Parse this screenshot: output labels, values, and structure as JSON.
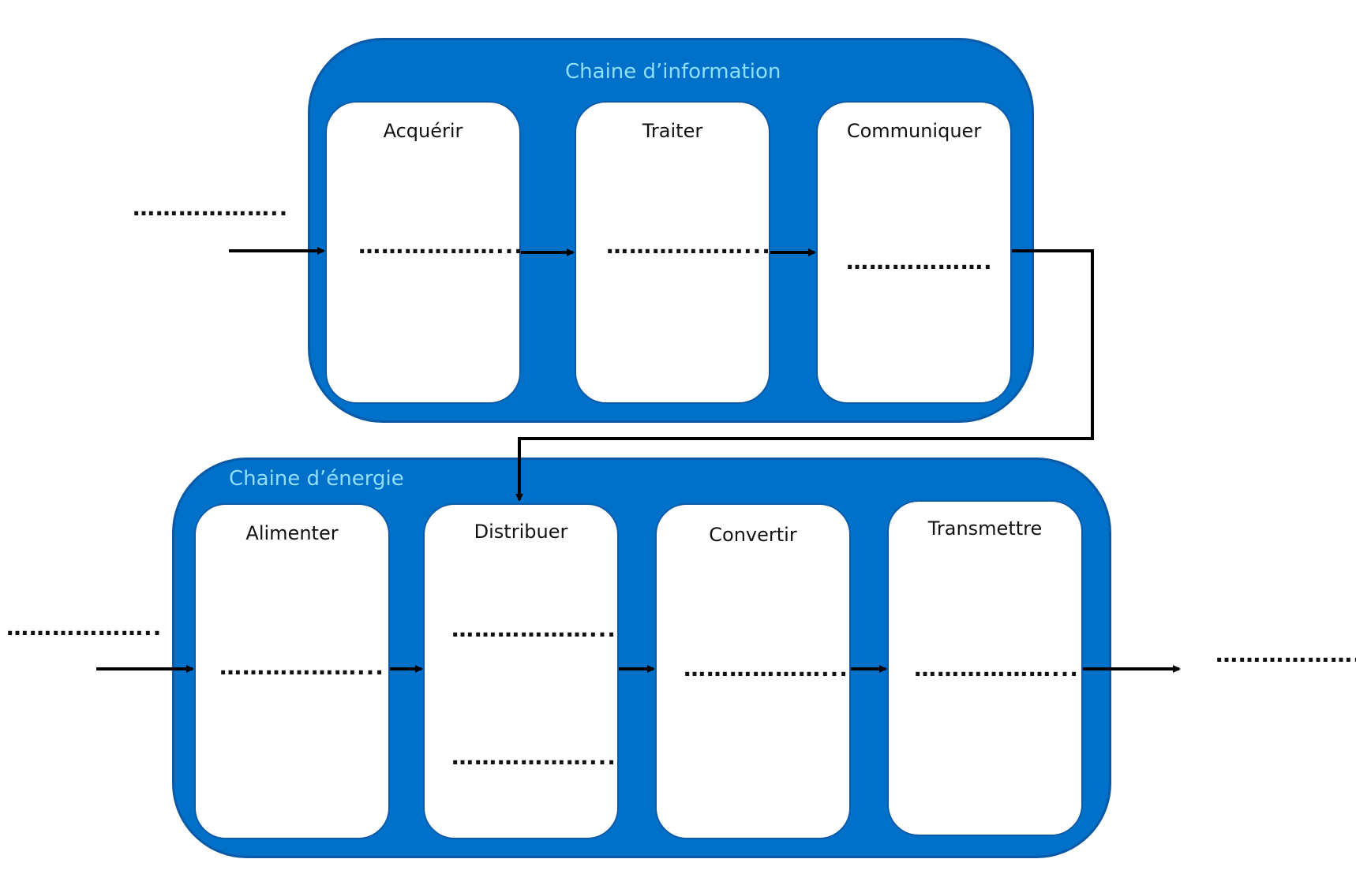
{
  "information_chain": {
    "title": "Chaine d’information",
    "input_blank": "………………..",
    "output_blank": "",
    "blocks": [
      {
        "label": "Acquérir",
        "blanks": [
          "………………..."
        ]
      },
      {
        "label": "Traiter",
        "blanks": [
          "………………..."
        ]
      },
      {
        "label": "Communiquer",
        "blanks": [
          "………………."
        ]
      }
    ]
  },
  "energy_chain": {
    "title": "Chaine d’énergie",
    "input_blank": "………………..",
    "output_blank": "………………..",
    "blocks": [
      {
        "label": "Alimenter",
        "blanks": [
          "………………..."
        ]
      },
      {
        "label": "Distribuer",
        "blanks": [
          "………………...",
          "………………..."
        ]
      },
      {
        "label": "Convertir",
        "blanks": [
          "………………..."
        ]
      },
      {
        "label": "Transmettre",
        "blanks": [
          "………………..."
        ]
      }
    ]
  },
  "colors": {
    "chain_background": "#0070C8",
    "chain_title": "#8fe0ff",
    "block_background": "#ffffff",
    "arrow": "#000000"
  }
}
